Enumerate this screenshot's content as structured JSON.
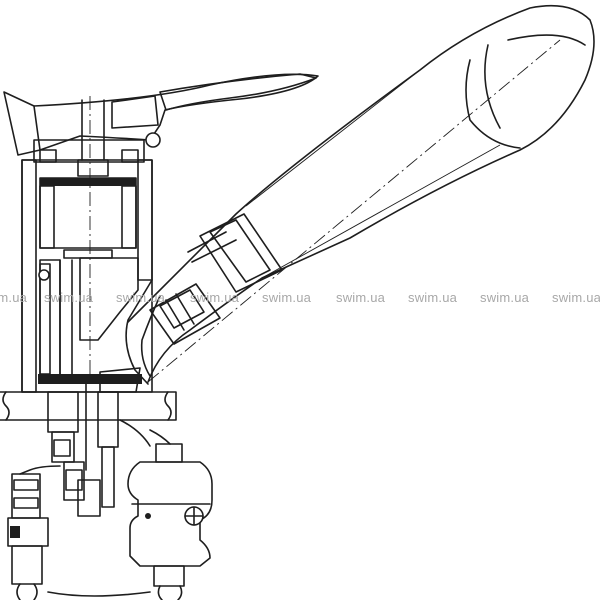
{
  "watermark": {
    "text": "swim.ua",
    "color": "#a8a8a8",
    "repeat_count": 9
  },
  "drawing": {
    "subject": "faucet-with-pull-out-shower-head-cross-section",
    "line_color": "#1e1e1e",
    "background": "#ffffff"
  }
}
